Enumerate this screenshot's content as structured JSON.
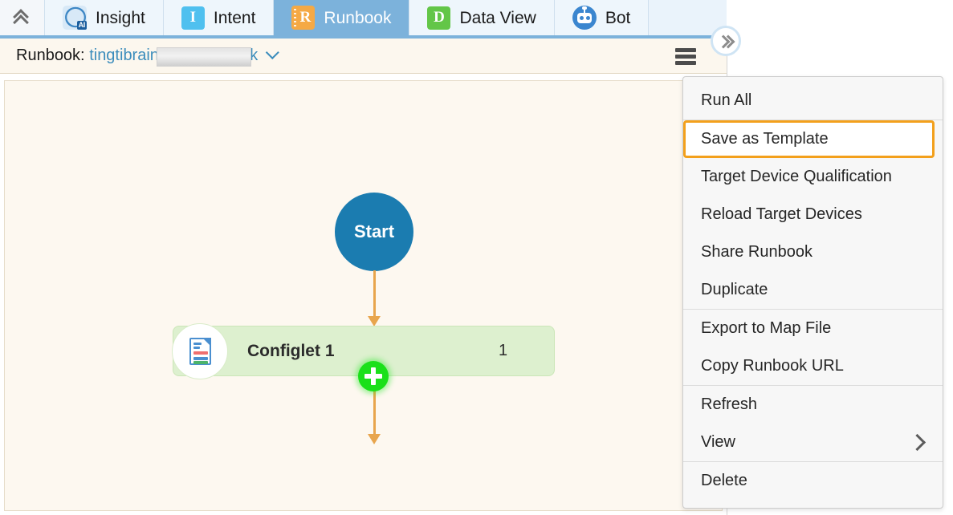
{
  "tabbar": {
    "collapse_icon": "double-chevron-up-icon",
    "expand_icon": "double-chevron-right-icon",
    "tabs": [
      {
        "label": "Insight",
        "icon": "insight-ai-icon",
        "active": false
      },
      {
        "label": "Intent",
        "icon": "intent-i-icon",
        "active": false
      },
      {
        "label": "Runbook",
        "icon": "runbook-book-icon",
        "active": true
      },
      {
        "label": "Data View",
        "icon": "data-view-d-icon",
        "active": false
      },
      {
        "label": "Bot",
        "icon": "bot-robot-icon",
        "active": false
      }
    ]
  },
  "header": {
    "prefix": "Runbook:",
    "name_start": "tingti",
    "name_end": "braincom Runbook",
    "redacted": true,
    "caret_icon": "chevron-down-icon",
    "menu_icon": "hamburger-menu-icon"
  },
  "canvas": {
    "start_node": {
      "label": "Start"
    },
    "configlet_node": {
      "label": "Configlet 1",
      "count": "1",
      "icon": "configlet-document-icon"
    },
    "add_node": {
      "icon": "plus-icon"
    }
  },
  "menu": {
    "groups": [
      {
        "items": [
          {
            "label": "Run All",
            "highlighted": false,
            "submenu": false
          }
        ]
      },
      {
        "items": [
          {
            "label": "Save as Template",
            "highlighted": true,
            "submenu": false
          },
          {
            "label": "Target Device Qualification",
            "highlighted": false,
            "submenu": false
          },
          {
            "label": "Reload Target Devices",
            "highlighted": false,
            "submenu": false
          },
          {
            "label": "Share Runbook",
            "highlighted": false,
            "submenu": false
          },
          {
            "label": "Duplicate",
            "highlighted": false,
            "submenu": false
          }
        ]
      },
      {
        "items": [
          {
            "label": "Export to Map File",
            "highlighted": false,
            "submenu": false
          },
          {
            "label": "Copy Runbook URL",
            "highlighted": false,
            "submenu": false
          }
        ]
      },
      {
        "items": [
          {
            "label": "Refresh",
            "highlighted": false,
            "submenu": false
          },
          {
            "label": "View",
            "highlighted": false,
            "submenu": true
          }
        ]
      },
      {
        "items": [
          {
            "label": "Delete",
            "highlighted": false,
            "submenu": false
          }
        ]
      }
    ]
  },
  "colors": {
    "accent_blue": "#7cb2db",
    "start_node": "#1b7cb0",
    "configlet_green": "#ddf0cf",
    "edge_orange": "#e8a54d",
    "highlight_orange": "#f3a01c",
    "add_green": "#1ae01a",
    "canvas_cream": "#fdf8f0"
  }
}
